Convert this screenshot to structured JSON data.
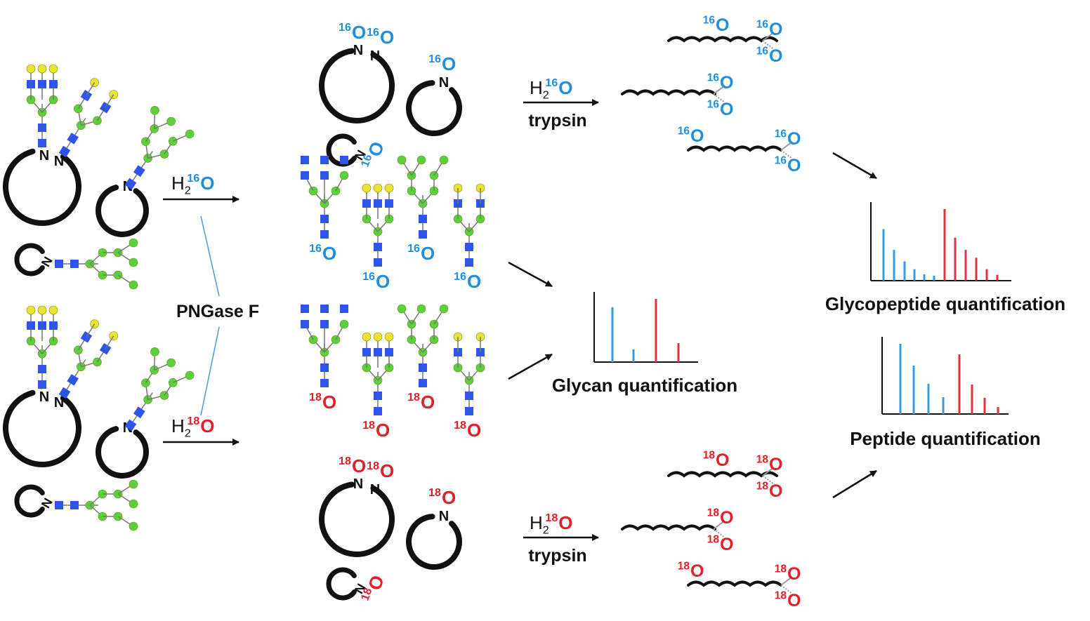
{
  "colors": {
    "ink": "#111111",
    "o16": "#1e8fe0",
    "o18": "#e0202a",
    "gal": "#ece530",
    "man": "#5ad23c",
    "glcnac": "#2e55e8",
    "connector": "#5b9bd8",
    "chart_blue": "#3a9ae0",
    "chart_red": "#e03040"
  },
  "atoms": {
    "nitrogen": "N",
    "oxygen": "O"
  },
  "isotopes": {
    "o16": "16",
    "o18": "18"
  },
  "reagents": {
    "water_h": "H",
    "water_sub": "2",
    "trypsin": "trypsin"
  },
  "labels": {
    "enzyme": "PNGase F",
    "glycan_quant": "Glycan quantification",
    "glycopeptide_quant": "Glycopeptide quantification",
    "peptide_quant": "Peptide quantification"
  },
  "glycan_chart": {
    "type": "bar",
    "blue_bars": [
      0.87,
      0.2
    ],
    "red_bars": [
      1.0,
      0.3
    ]
  },
  "glycopeptide_chart": {
    "type": "bar",
    "blue_bars": [
      0.72,
      0.43,
      0.27,
      0.16,
      0.09,
      0.07
    ],
    "red_bars": [
      1.0,
      0.6,
      0.43,
      0.32,
      0.16,
      0.08
    ]
  },
  "peptide_chart": {
    "type": "bar",
    "blue_bars": [
      1.0,
      0.69,
      0.43,
      0.24
    ],
    "red_bars": [
      0.85,
      0.42,
      0.23,
      0.1
    ]
  }
}
